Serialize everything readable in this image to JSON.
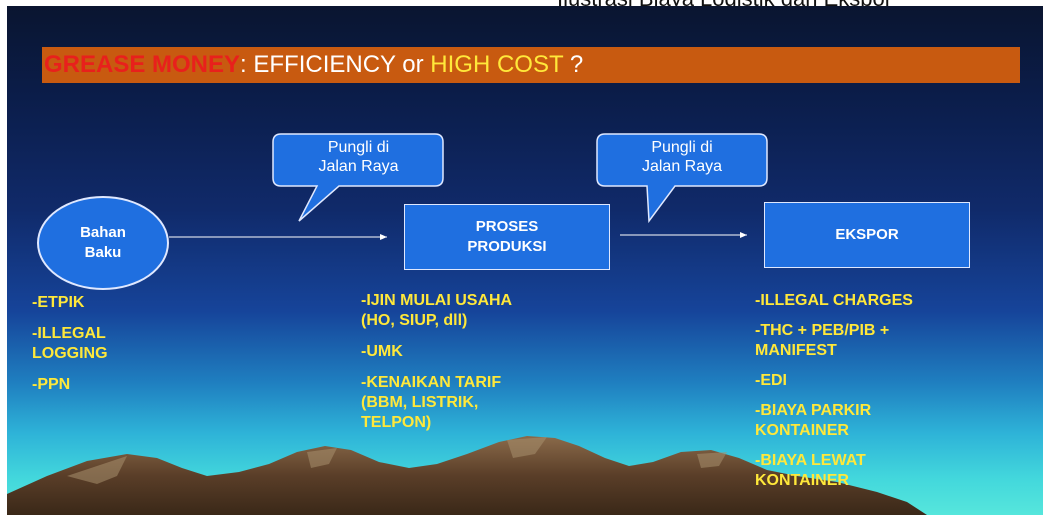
{
  "top_fragment": "Ilustrasi Biaya Logistik dan Ekspor",
  "title": {
    "part_red": "GREASE MONEY",
    "part_white": ": EFFICIENCY or ",
    "part_yellow": "HIGH COST",
    "part_end": " ?"
  },
  "nodes": {
    "bahan_baku": "Bahan\nBaku",
    "proses_produksi": "PROSES\nPRODUKSI",
    "ekspor": "EKSPOR"
  },
  "callouts": [
    "Pungli di\nJalan Raya",
    "Pungli di\nJalan Raya"
  ],
  "lists": {
    "bahan_baku": [
      "-ETPIK",
      "-ILLEGAL\nLOGGING",
      "-PPN"
    ],
    "proses_produksi": [
      "-IJIN MULAI USAHA\n(HO, SIUP, dll)",
      "-UMK",
      "-KENAIKAN TARIF\n(BBM, LISTRIK,\nTELPON)"
    ],
    "ekspor": [
      "-ILLEGAL CHARGES",
      "-THC + PEB/PIB +\nMANIFEST",
      "-EDI",
      "-BIAYA PARKIR\nKONTAINER",
      "-BIAYA LEWAT\nKONTAINER"
    ]
  },
  "colors": {
    "title_bar": "#c85a10",
    "title_red": "#e8201c",
    "title_yellow": "#ffe83a",
    "node_fill": "#1f6fe0",
    "list_text": "#ffe83a"
  }
}
